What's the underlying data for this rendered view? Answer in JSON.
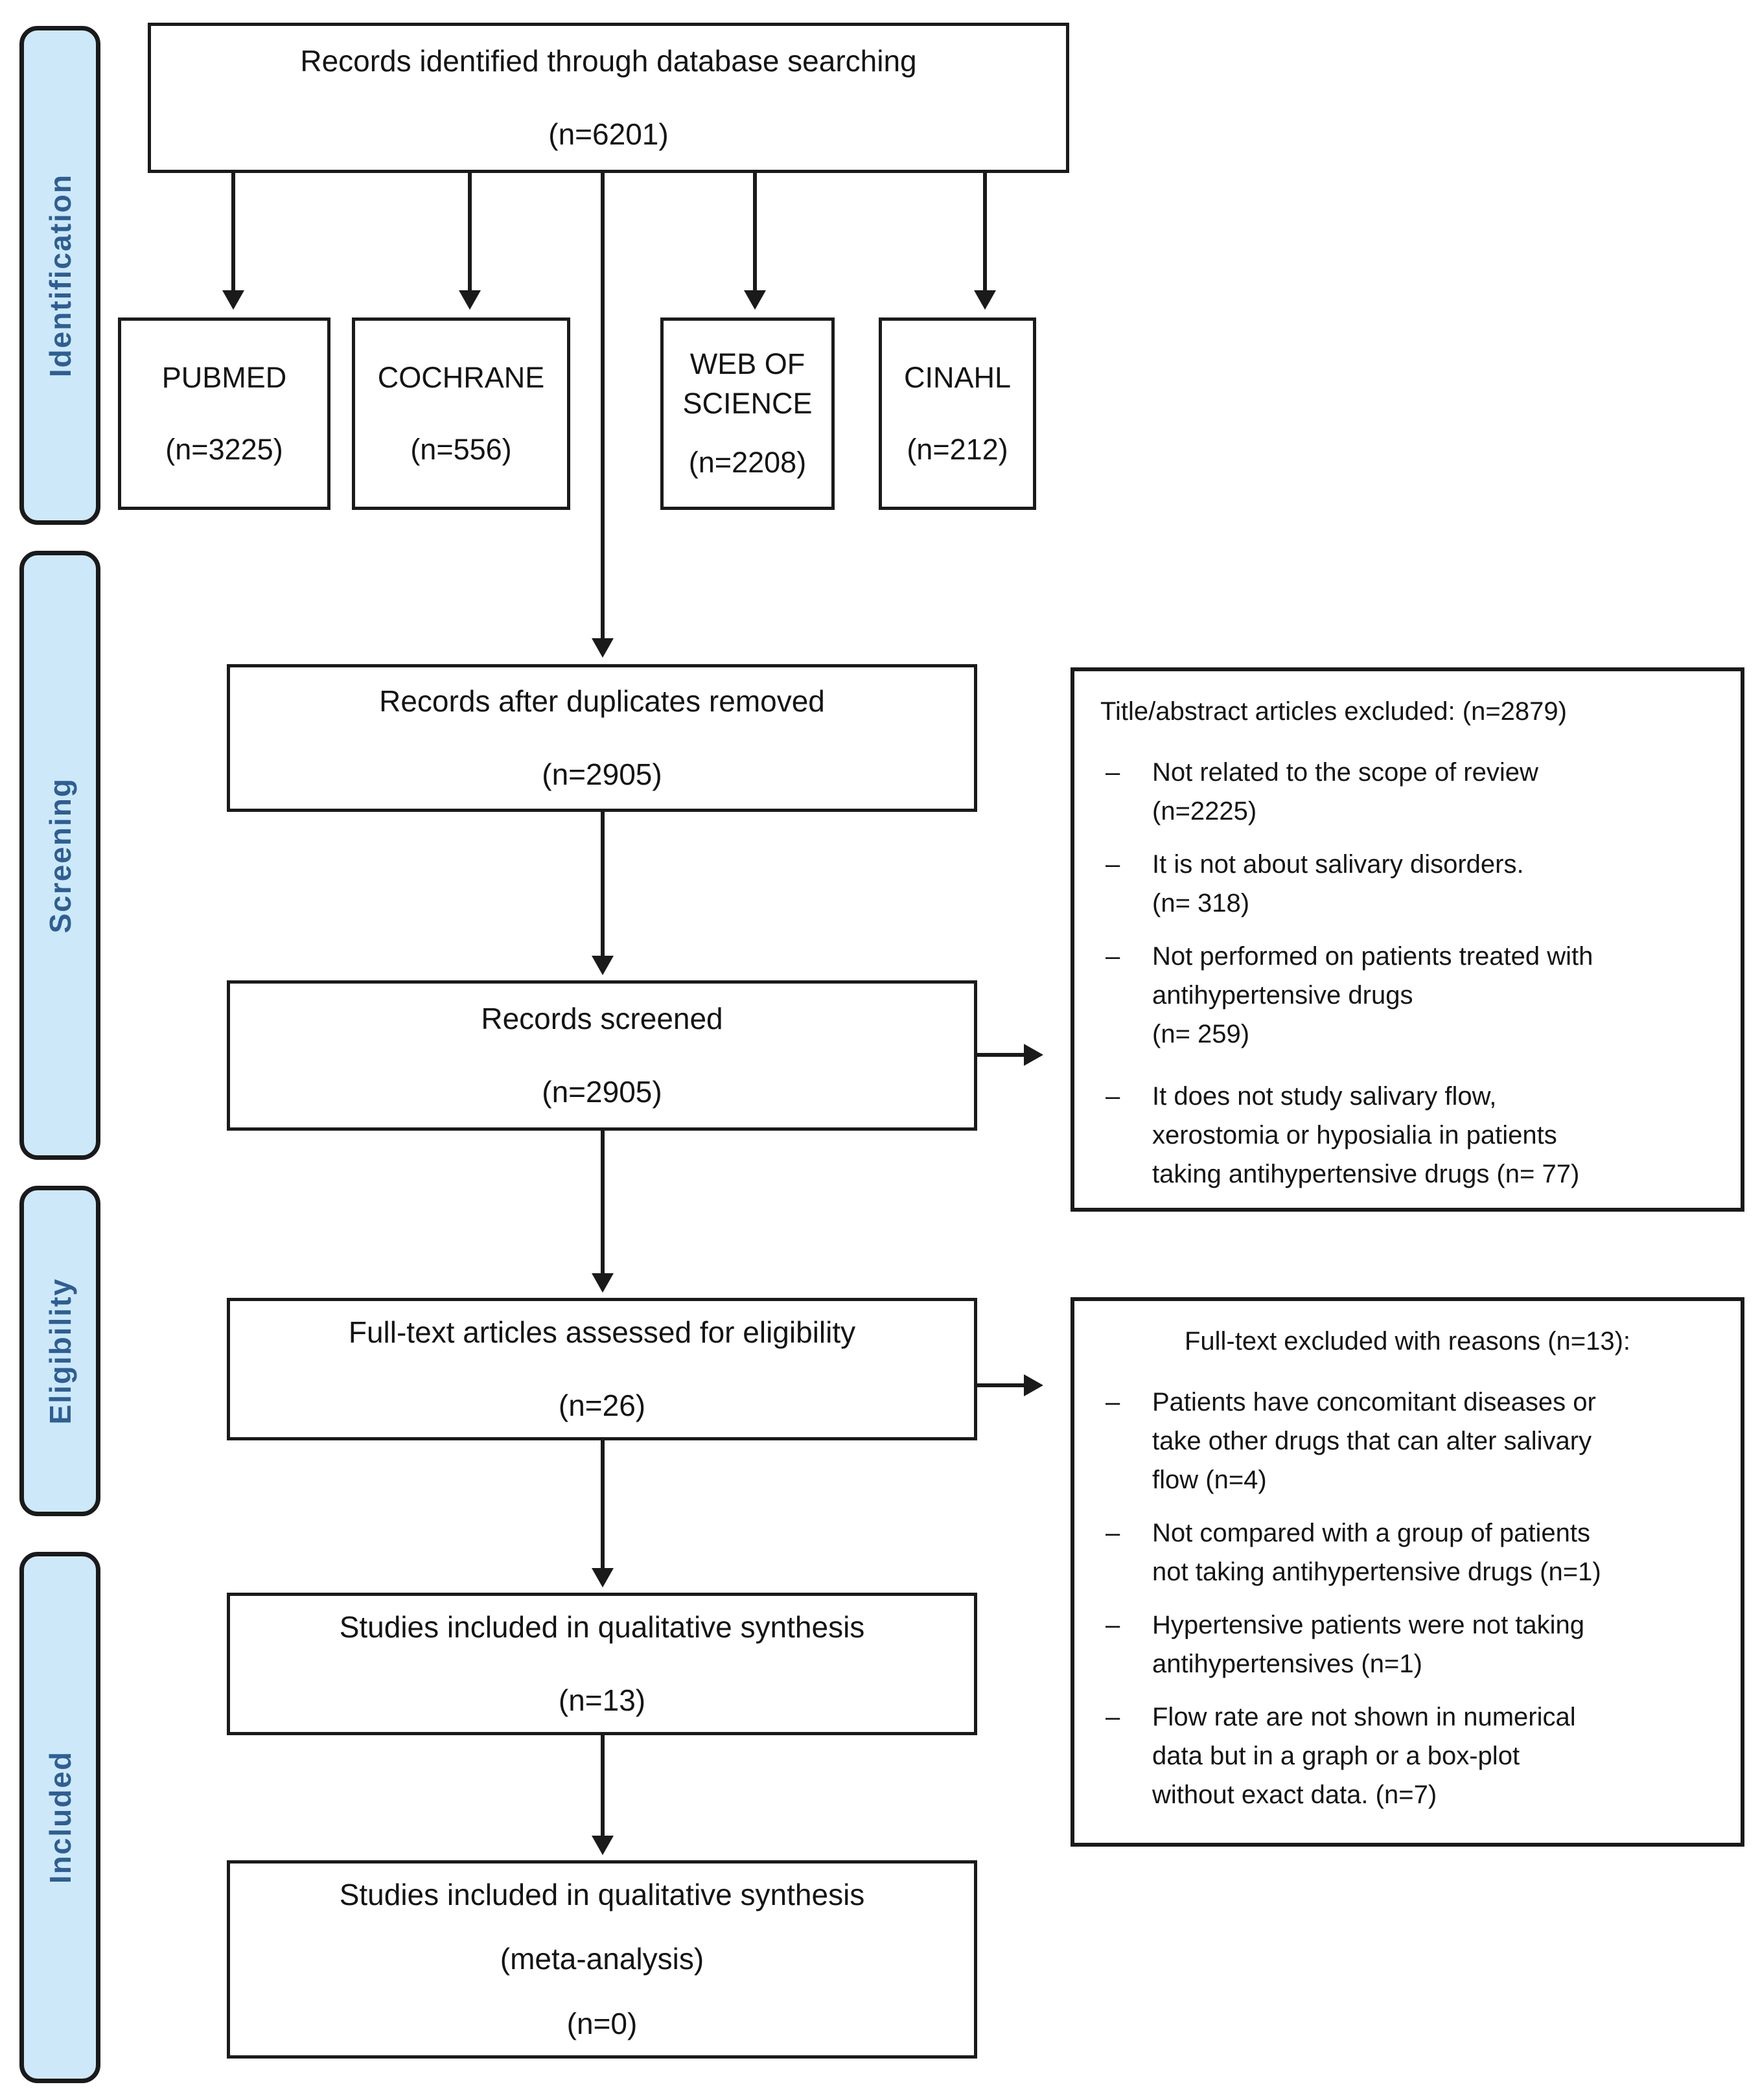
{
  "colors": {
    "sidebar_fill": "#cde9f9",
    "sidebar_text": "#2e5e93",
    "line": "#1a1a1a"
  },
  "sidebar": {
    "stages": [
      {
        "label": "Identification"
      },
      {
        "label": "Screening"
      },
      {
        "label": "Eligibility"
      },
      {
        "label": "Included"
      }
    ]
  },
  "boxes": {
    "identified": {
      "line1": "Records identified through database searching",
      "line2": "(n=6201)"
    },
    "databases": [
      {
        "name": "PUBMED",
        "count": "(n=3225)"
      },
      {
        "name": "COCHRANE",
        "count": "(n=556)"
      },
      {
        "name": "WEB OF SCIENCE",
        "count": "(n=2208)"
      },
      {
        "name": "CINAHL",
        "count": "(n=212)"
      }
    ],
    "duplicates_removed": {
      "line1": "Records after duplicates removed",
      "line2": "(n=2905)"
    },
    "screened": {
      "line1": "Records screened",
      "line2": "(n=2905)"
    },
    "fulltext": {
      "line1": "Full-text articles assessed for eligibility",
      "line2": "(n=26)"
    },
    "qualitative": {
      "line1": "Studies included in qualitative synthesis",
      "line2": "(n=13)"
    },
    "meta": {
      "line1": "Studies included in qualitative synthesis",
      "line2": "(meta-analysis)",
      "line3": "(n=0)"
    }
  },
  "exclusion_boxes": [
    {
      "title": "Title/abstract articles excluded: (n=2879)",
      "items": [
        {
          "bullet": "–",
          "text": "Not related to the scope of review\n(n=2225)"
        },
        {
          "bullet": "–",
          "text": "It is not about salivary disorders.\n(n= 318)"
        },
        {
          "bullet": "–",
          "text": "Not performed on patients treated with antihypertensive drugs\n(n= 259)"
        },
        {
          "bullet": "–",
          "text": "It does not study salivary flow,\nxerostomia or hyposialia in patients\ntaking antihypertensive drugs (n= 77)"
        }
      ]
    },
    {
      "title": "Full-text excluded with reasons (n=13):",
      "items": [
        {
          "bullet": "–",
          "text": "Patients have concomitant diseases or\ntake other drugs that can alter salivary\nflow (n=4)"
        },
        {
          "bullet": "–",
          "text": "Not compared with a group of patients\nnot taking antihypertensive drugs (n=1)"
        },
        {
          "bullet": "–",
          "text": "Hypertensive patients were not taking\nantihypertensives (n=1)"
        },
        {
          "bullet": "–",
          "text": "Flow rate are not shown in numerical\ndata but in a graph or a box-plot\nwithout exact data. (n=7)"
        }
      ]
    }
  ]
}
